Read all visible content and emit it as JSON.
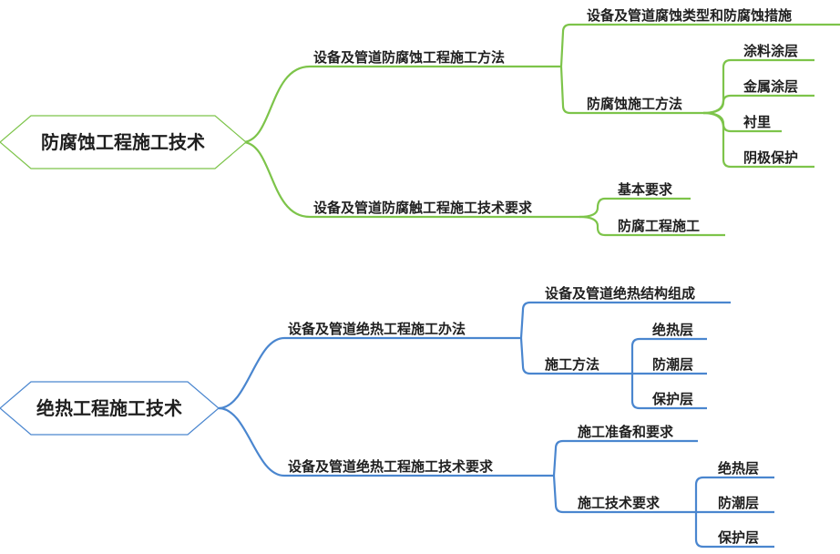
{
  "maps": [
    {
      "color": "#7dc44a",
      "root": "防腐蚀工程施工技术",
      "branches": [
        {
          "label": "设备及管道防腐蚀工程施工方法",
          "children": [
            {
              "label": "设备及管道腐蚀类型和防腐蚀措施",
              "children": []
            },
            {
              "label": "防腐蚀施工方法",
              "children": [
                "涂料涂层",
                "金属涂层",
                "衬里",
                "阴极保护"
              ]
            }
          ]
        },
        {
          "label": "设备及管道防腐触工程施工技术要求",
          "children": [
            {
              "label": "基本要求",
              "children": []
            },
            {
              "label": "防腐工程施工",
              "children": []
            }
          ]
        }
      ]
    },
    {
      "color": "#4a86cf",
      "root": "绝热工程施工技术",
      "branches": [
        {
          "label": "设备及管道绝热工程施工办法",
          "children": [
            {
              "label": "设备及管道绝热结构组成",
              "children": []
            },
            {
              "label": "施工方法",
              "children": [
                "绝热层",
                "防潮层",
                "保护层"
              ]
            }
          ]
        },
        {
          "label": "设备及管道绝热工程施工技术要求",
          "children": [
            {
              "label": "施工准备和要求",
              "children": []
            },
            {
              "label": "施工技术要求",
              "children": [
                "绝热层",
                "防潮层",
                "保护层"
              ]
            }
          ]
        }
      ]
    }
  ]
}
